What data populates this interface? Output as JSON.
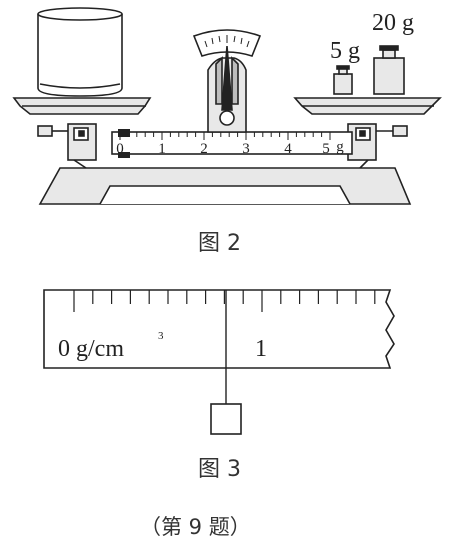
{
  "figure2": {
    "label": "图 2",
    "weight_5g_label": "5 g",
    "weight_20g_label": "20 g",
    "beam_scale": {
      "major_labels": [
        "0",
        "1",
        "2",
        "3",
        "4",
        "5"
      ],
      "unit_label": "g",
      "slider_position_g": 0
    }
  },
  "figure3": {
    "label": "图 3",
    "ruler": {
      "zero_label": "0 g/cm",
      "zero_superscript": "3",
      "one_label": "1"
    }
  },
  "caption": "（第 9 题）",
  "colors": {
    "ink": "#222222",
    "fill_light": "#e8e8e8",
    "fill_mid": "#bdbdbd",
    "background": "#ffffff"
  }
}
